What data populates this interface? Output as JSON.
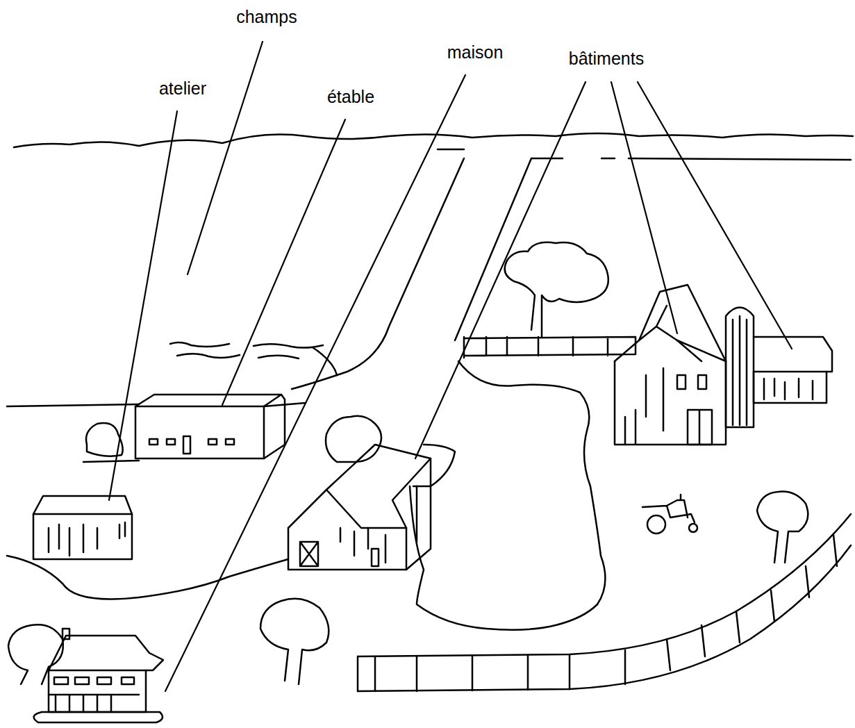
{
  "diagram": {
    "labels": [
      "champs",
      "maison",
      "bâtiments",
      "atelier",
      "étable"
    ]
  }
}
